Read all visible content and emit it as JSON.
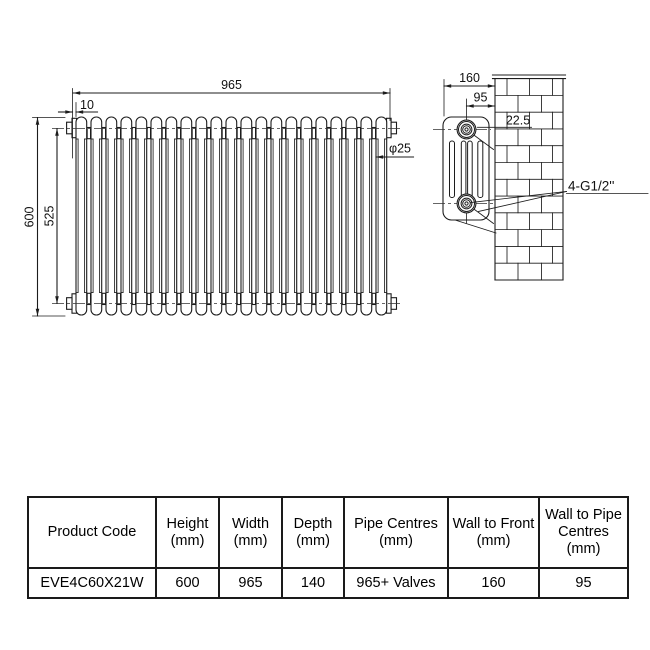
{
  "page": {
    "background": "#ffffff",
    "line_color": "#1c1c1c",
    "description": "Technical dimension drawing of a 4-column horizontal radiator with wall-mounting side view and specification table"
  },
  "drawing": {
    "front_view": {
      "sections": 21,
      "dim_width": "965",
      "dim_end_inset": "10",
      "dim_height": "600",
      "dim_pipe_centres_vertical": "525",
      "dim_column_diameter": "φ25"
    },
    "side_view": {
      "columns": 4,
      "dim_wall_to_front": "160",
      "dim_wall_to_pipe": "95",
      "dim_bracket_offset": "22.5",
      "connections_label": "4-G1/2''"
    }
  },
  "table": {
    "headers": [
      "Product Code",
      "Height (mm)",
      "Width (mm)",
      "Depth (mm)",
      "Pipe Centres (mm)",
      "Wall to Front (mm)",
      "Wall to Pipe Centres (mm)"
    ],
    "rows": [
      [
        "EVE4C60X21W",
        "600",
        "965",
        "140",
        "965+ Valves",
        "160",
        "95"
      ]
    ]
  }
}
